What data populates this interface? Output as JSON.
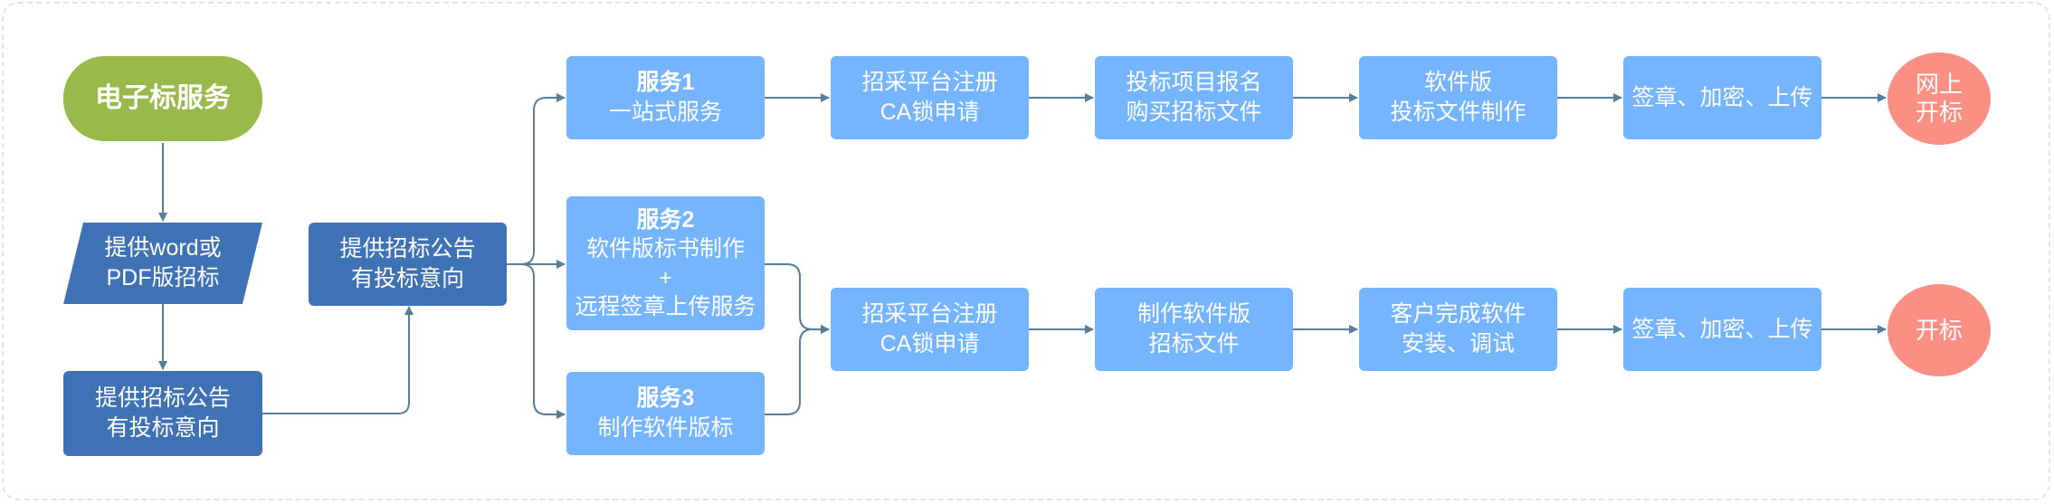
{
  "colors": {
    "green": "#99b94a",
    "dark_blue": "#3f72b4",
    "light_blue": "#75b4ff",
    "coral": "#fa8f84",
    "arrow": "#567d9a"
  },
  "left": {
    "start": "电子标服务",
    "provide_doc": [
      "提供word或",
      "PDF版招标"
    ],
    "notice_bottom": [
      "提供招标公告",
      "有投标意向"
    ],
    "notice_mid": [
      "提供招标公告",
      "有投标意向"
    ]
  },
  "services": {
    "s1": [
      "服务1",
      "一站式服务"
    ],
    "s2": [
      "服务2",
      "软件版标书制作",
      "+",
      "远程签章上传服务"
    ],
    "s3": [
      "服务3",
      "制作软件版标"
    ]
  },
  "top_row": {
    "step1": [
      "招采平台注册",
      "CA锁申请"
    ],
    "step2": [
      "投标项目报名",
      "购买招标文件"
    ],
    "step3": [
      "软件版",
      "投标文件制作"
    ],
    "step4": [
      "签章、加密、上传"
    ],
    "end": [
      "网上",
      "开标"
    ]
  },
  "bottom_row": {
    "step1": [
      "招采平台注册",
      "CA锁申请"
    ],
    "step2": [
      "制作软件版",
      "招标文件"
    ],
    "step3": [
      "客户完成软件",
      "安装、调试"
    ],
    "step4": [
      "签章、加密、上传"
    ],
    "end": [
      "开标"
    ]
  }
}
